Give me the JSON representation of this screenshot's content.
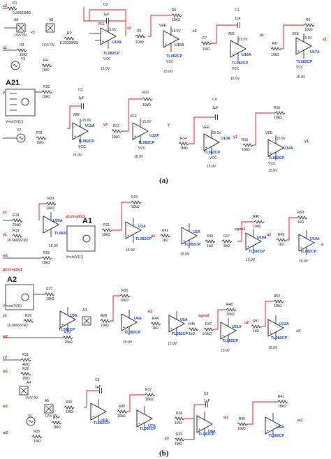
{
  "captions": {
    "a": "(a)",
    "b": "(b)"
  },
  "panel_a": {
    "labels": {
      "x2": "x2",
      "r1": "R1",
      "r1v": "0.33333MΩ",
      "a6": "A6",
      "a6v": "1V/V 0V",
      "a8": "A8",
      "a8v": "1V/V 0V",
      "r2": "R2",
      "r2v": "0.33333MΩ",
      "x1": "x1",
      "r3": "R3",
      "r3v": "1MΩ",
      "v3": "V3",
      "r4": "R4",
      "r4v": "1MΩ",
      "c2": "C2",
      "c2v": "1µF",
      "vee": "VEE",
      "neg15": "-15.0V",
      "pos15": "15.0V",
      "vcc": "VCC",
      "u10a": "U10A",
      "tl": "TL082CP",
      "z2": "z2",
      "r5": "R5",
      "r5v": "10kΩ",
      "r6": "R6",
      "r6v": "10kΩ",
      "u15a": "U15A",
      "r7": "R7",
      "r7v": "1MΩ",
      "c1": "C1",
      "c1v": "1µF",
      "u16a": "U16A",
      "r8": "R8",
      "r8v": "10kΩ",
      "r9": "R9",
      "r9v": "10kΩ",
      "u17a": "U17A",
      "y1": "y1",
      "a21": "A21",
      "vsin": "V=sin(V(1))",
      "r10": "R10",
      "r10v": "10kΩ",
      "c3": "C3",
      "c3v": "1µF",
      "v2": "V2",
      "r11": "R11",
      "r11v": "1MΩ",
      "u11a": "U11A",
      "y2": "y2",
      "r12": "R12",
      "r12v": "10kΩ",
      "r13": "R13",
      "r13v": "10kΩ",
      "u12a": "U12A",
      "y": "y",
      "r14": "R14",
      "r14v": "1MΩ",
      "c4": "C4",
      "c4v": "1µF",
      "u13a": "U13A",
      "r15": "R15",
      "r15v": "10kΩ",
      "r16": "R16",
      "r16v": "10kΩ",
      "u14a": "U14A"
    }
  },
  "panel_b": {
    "labels": {
      "x1": "x1",
      "r18": "R18",
      "r18v": "25kΩ",
      "y1": "y1",
      "r19": "R19",
      "r19v": "16.666667kΩ",
      "r20": "R20",
      "r20v": "10kΩ",
      "u20a": "U20A",
      "tl": "TL082CP",
      "vee": "VEE",
      "neg15": "-15.0V",
      "pos15": "15.0V",
      "vcc": "VCC",
      "p1": "p1x1+p2y1",
      "a1": "A1",
      "vsin": "V=sin(V(1))",
      "r21": "R21",
      "r21v": "10kΩ",
      "r22": "R22",
      "r22v": "10kΩ",
      "w1": "w1",
      "r23": "R23",
      "r23v": "10kΩ",
      "u1a": "U1A",
      "u1": "u1",
      "r42": "R42",
      "r42v": "1kΩ",
      "u2a": "U2A",
      "r43": "R43",
      "r43v": "1kΩ",
      "r17": "R17",
      "r17v": "2kΩ",
      "sgnx1": "sgnx1",
      "r46": "R46",
      "r46v": "10kΩ",
      "u18a": "U18A",
      "r49": "R49",
      "r49v": "1kΩ",
      "r50": "R50",
      "r50v": "1kΩ",
      "u19a": "U19A",
      "u": "u",
      "p2": "p1x1+p2y1",
      "a2": "A2",
      "vcos": "V=cos(V(1))",
      "r27": "R27",
      "r27v": "10kΩ",
      "r26": "R26",
      "r26v": "16.666667kΩ",
      "u3a": "U3A",
      "a3": "A3",
      "r28": "R28",
      "r28v": "10kΩ",
      "r29": "R29",
      "r29v": "10kΩ",
      "w2": "w2",
      "r30": "R30",
      "r30v": "10kΩ",
      "u4a": "U4A",
      "u2": "u2",
      "r44": "R44",
      "r44v": "1kΩ",
      "u5a": "U5A",
      "r45": "R45",
      "r45v": "1kΩ",
      "r47": "R47",
      "r47v": "0.5kΩ",
      "sgnx2": "sgnx2",
      "r48": "R48",
      "r48v": "10kΩ",
      "u21a": "U21A",
      "r51": "R51",
      "r51v": "1kΩ",
      "r52": "R52",
      "r52v": "10kΩ",
      "u22a": "U22A",
      "x2": "x2",
      "r31": "R31",
      "r31v": "4MΩ",
      "r32": "R32",
      "r32v": "1MΩ",
      "a4": "A4",
      "a4v": "1V/V 0V",
      "a5": "A5",
      "a5v": "1V/V 0V",
      "r33": "R33",
      "r33v": "1MΩ",
      "r34": "R34",
      "r34v": "1MΩ",
      "v1": "V1",
      "r35": "R35",
      "r35v": "1MΩ",
      "c5": "C5",
      "c5v": "1µF",
      "u6a": "U6A",
      "r36": "R36",
      "r36v": "10kΩ",
      "r37": "R37",
      "r37v": "10kΩ",
      "u7a": "U7A",
      "r38": "R38",
      "r38v": "1MΩ",
      "r39": "R39",
      "r39v": "1MΩ",
      "c6": "C6",
      "c6v": "1µF",
      "u8a": "U8A",
      "r40": "R40",
      "r40v": "10kΩ",
      "r41": "R41",
      "r41v": "10kΩ",
      "u9a": "U9A",
      "w1b": "w1",
      "w2b": "w2",
      "y2": "y2"
    }
  }
}
